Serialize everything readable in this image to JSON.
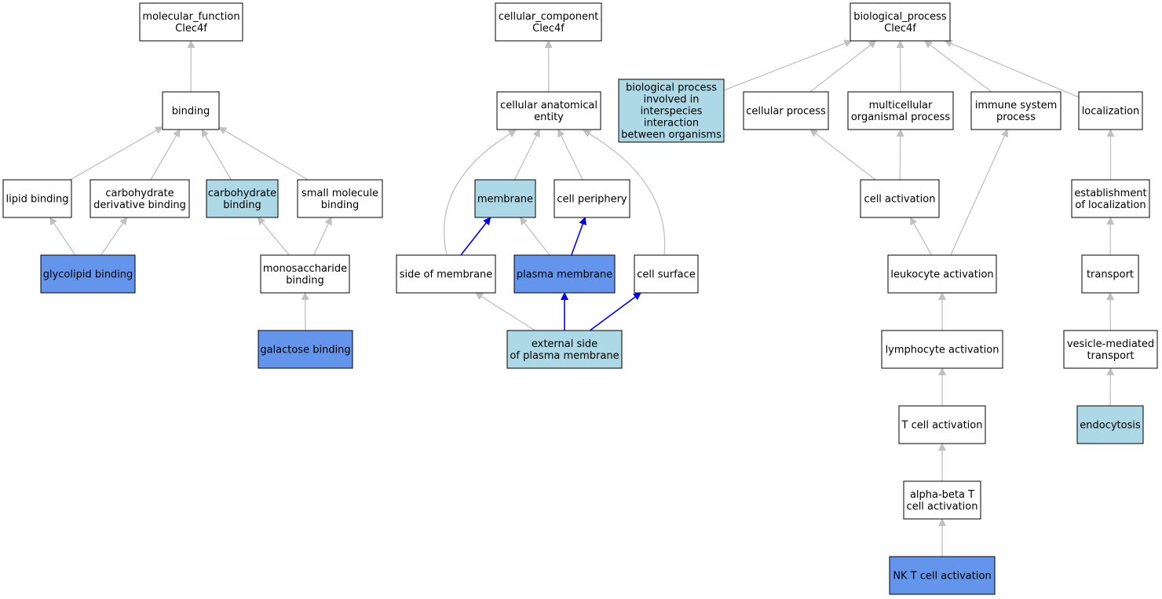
{
  "colors": {
    "plain": "#ffffff",
    "light": "#add8e6",
    "strong": "#6495ed",
    "edge_gray": "#c0c0c0",
    "edge_blue": "#0000ff",
    "border": "#000000"
  },
  "nodes": {
    "mf_root": {
      "lines": [
        "molecular_function",
        "Clec4f"
      ],
      "style": "plain"
    },
    "binding": {
      "lines": [
        "binding"
      ],
      "style": "plain"
    },
    "lipid": {
      "lines": [
        "lipid binding"
      ],
      "style": "plain"
    },
    "carbderiv": {
      "lines": [
        "carbohydrate",
        "derivative binding"
      ],
      "style": "plain"
    },
    "carb": {
      "lines": [
        "carbohydrate",
        "binding"
      ],
      "style": "light"
    },
    "smallmol": {
      "lines": [
        "small molecule",
        "binding"
      ],
      "style": "plain"
    },
    "glycolipid": {
      "lines": [
        "glycolipid binding"
      ],
      "style": "strong"
    },
    "monosacch": {
      "lines": [
        "monosaccharide",
        "binding"
      ],
      "style": "plain"
    },
    "galactose": {
      "lines": [
        "galactose binding"
      ],
      "style": "strong"
    },
    "cc_root": {
      "lines": [
        "cellular_component",
        "Clec4f"
      ],
      "style": "plain"
    },
    "cae": {
      "lines": [
        "cellular anatomical",
        "entity"
      ],
      "style": "plain"
    },
    "membrane": {
      "lines": [
        "membrane"
      ],
      "style": "light"
    },
    "cellper": {
      "lines": [
        "cell periphery"
      ],
      "style": "plain"
    },
    "sidemem": {
      "lines": [
        "side of membrane"
      ],
      "style": "plain"
    },
    "plasmamem": {
      "lines": [
        "plasma membrane"
      ],
      "style": "strong"
    },
    "cellsurf": {
      "lines": [
        "cell surface"
      ],
      "style": "plain"
    },
    "extside": {
      "lines": [
        "external side",
        "of plasma membrane"
      ],
      "style": "light"
    },
    "bp_root": {
      "lines": [
        "biological_process",
        "Clec4f"
      ],
      "style": "plain"
    },
    "interspec": {
      "lines": [
        "biological process",
        "involved in",
        "interspecies",
        "interaction",
        "between organisms"
      ],
      "style": "light"
    },
    "cellproc": {
      "lines": [
        "cellular process"
      ],
      "style": "plain"
    },
    "multicell": {
      "lines": [
        "multicellular",
        "organismal process"
      ],
      "style": "plain"
    },
    "immune": {
      "lines": [
        "immune system",
        "process"
      ],
      "style": "plain"
    },
    "local": {
      "lines": [
        "localization"
      ],
      "style": "plain"
    },
    "cellact": {
      "lines": [
        "cell activation"
      ],
      "style": "plain"
    },
    "estloc": {
      "lines": [
        "establishment",
        "of localization"
      ],
      "style": "plain"
    },
    "leukact": {
      "lines": [
        "leukocyte activation"
      ],
      "style": "plain"
    },
    "transport": {
      "lines": [
        "transport"
      ],
      "style": "plain"
    },
    "lymphact": {
      "lines": [
        "lymphocyte activation"
      ],
      "style": "plain"
    },
    "vesicle": {
      "lines": [
        "vesicle-mediated",
        "transport"
      ],
      "style": "plain"
    },
    "tcellact": {
      "lines": [
        "T cell activation"
      ],
      "style": "plain"
    },
    "endocyt": {
      "lines": [
        "endocytosis"
      ],
      "style": "light"
    },
    "abtcell": {
      "lines": [
        "alpha-beta T",
        "cell activation"
      ],
      "style": "plain"
    },
    "nktcell": {
      "lines": [
        "NK T cell activation"
      ],
      "style": "strong"
    }
  },
  "edges": [
    {
      "from": "binding",
      "to": "mf_root",
      "color": "gray"
    },
    {
      "from": "lipid",
      "to": "binding",
      "color": "gray"
    },
    {
      "from": "carbderiv",
      "to": "binding",
      "color": "gray"
    },
    {
      "from": "carb",
      "to": "binding",
      "color": "gray"
    },
    {
      "from": "smallmol",
      "to": "binding",
      "color": "gray"
    },
    {
      "from": "glycolipid",
      "to": "lipid",
      "color": "gray"
    },
    {
      "from": "glycolipid",
      "to": "carbderiv",
      "color": "gray"
    },
    {
      "from": "monosacch",
      "to": "carb",
      "color": "gray"
    },
    {
      "from": "monosacch",
      "to": "smallmol",
      "color": "gray"
    },
    {
      "from": "galactose",
      "to": "monosacch",
      "color": "gray"
    },
    {
      "from": "cae",
      "to": "cc_root",
      "color": "gray"
    },
    {
      "from": "membrane",
      "to": "cae",
      "color": "gray"
    },
    {
      "from": "cellper",
      "to": "cae",
      "color": "gray"
    },
    {
      "from": "sidemem",
      "to": "cae",
      "color": "gray"
    },
    {
      "from": "cellsurf",
      "to": "cae",
      "color": "gray"
    },
    {
      "from": "sidemem",
      "to": "membrane",
      "color": "blue"
    },
    {
      "from": "plasmamem",
      "to": "membrane",
      "color": "gray"
    },
    {
      "from": "plasmamem",
      "to": "cellper",
      "color": "blue"
    },
    {
      "from": "extside",
      "to": "sidemem",
      "color": "gray"
    },
    {
      "from": "extside",
      "to": "plasmamem",
      "color": "blue"
    },
    {
      "from": "extside",
      "to": "cellsurf",
      "color": "blue"
    },
    {
      "from": "interspec",
      "to": "bp_root",
      "color": "gray"
    },
    {
      "from": "cellproc",
      "to": "bp_root",
      "color": "gray"
    },
    {
      "from": "multicell",
      "to": "bp_root",
      "color": "gray"
    },
    {
      "from": "immune",
      "to": "bp_root",
      "color": "gray"
    },
    {
      "from": "local",
      "to": "bp_root",
      "color": "gray"
    },
    {
      "from": "cellact",
      "to": "cellproc",
      "color": "gray"
    },
    {
      "from": "cellact",
      "to": "multicell",
      "color": "gray"
    },
    {
      "from": "leukact",
      "to": "cellact",
      "color": "gray"
    },
    {
      "from": "leukact",
      "to": "immune",
      "color": "gray"
    },
    {
      "from": "lymphact",
      "to": "leukact",
      "color": "gray"
    },
    {
      "from": "tcellact",
      "to": "lymphact",
      "color": "gray"
    },
    {
      "from": "abtcell",
      "to": "tcellact",
      "color": "gray"
    },
    {
      "from": "nktcell",
      "to": "abtcell",
      "color": "gray"
    },
    {
      "from": "estloc",
      "to": "local",
      "color": "gray"
    },
    {
      "from": "transport",
      "to": "estloc",
      "color": "gray"
    },
    {
      "from": "vesicle",
      "to": "transport",
      "color": "gray"
    },
    {
      "from": "endocyt",
      "to": "vesicle",
      "color": "gray"
    }
  ]
}
